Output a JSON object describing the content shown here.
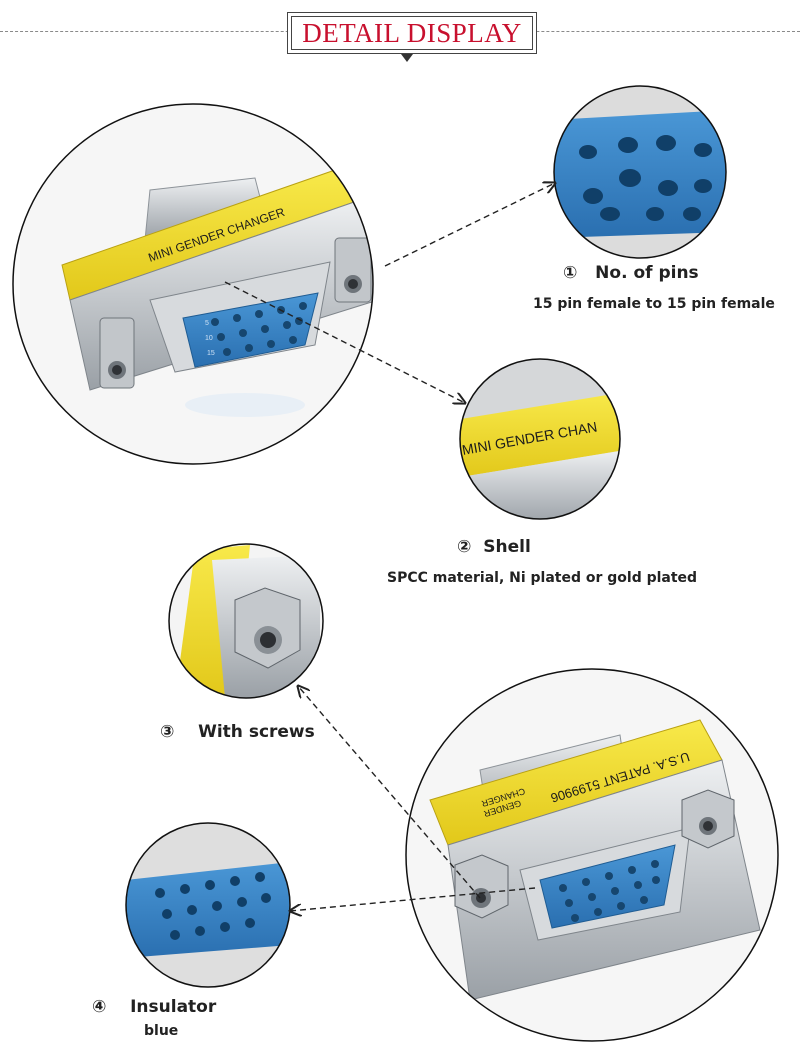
{
  "header": {
    "title": "DETAIL DISPLAY"
  },
  "features": [
    {
      "number": "①",
      "title": "No. of pins",
      "description": "15 pin female to 15 pin female"
    },
    {
      "number": "②",
      "title": "Shell",
      "description": "SPCC material, Ni plated or gold plated"
    },
    {
      "number": "③",
      "title": "With screws",
      "description": ""
    },
    {
      "number": "④",
      "title": "Insulator",
      "description": "blue"
    }
  ],
  "product_print": {
    "top_label": "MINI GENDER CHANGER",
    "shell_crop_label": "MINI GENDER CHAN",
    "patent_line1": "U.S.A.  PATENT 5199906",
    "patent_line2": "GENDER",
    "patent_line3": "CHANGER"
  },
  "pin_numbers": {
    "p1": "5",
    "p2": "10",
    "p3": "15"
  },
  "colors": {
    "title_red": "#c8102e",
    "connector_yellow": "#f2de2a",
    "insulator_blue": "#2f7fc3",
    "metal": "#c9ccd0"
  }
}
